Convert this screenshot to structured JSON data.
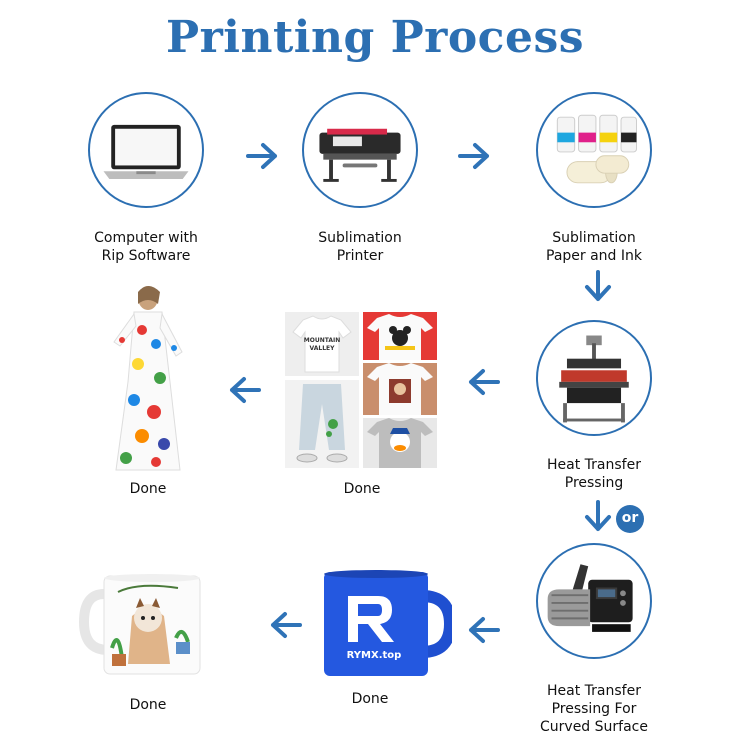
{
  "colors": {
    "primary": "#2c6fb2",
    "arrow": "#2f73b7"
  },
  "title": "Printing Process",
  "steps": [
    {
      "label_line1": "Computer with",
      "label_line2": "Rip Software",
      "icon": "laptop-icon"
    },
    {
      "label_line1": "Sublimation",
      "label_line2": "Printer",
      "icon": "printer-icon"
    },
    {
      "label_line1": "Sublimation",
      "label_line2": "Paper and Ink",
      "icon": "ink-bottles-icon"
    },
    {
      "label_line1": "Heat Transfer",
      "label_line2": "Pressing",
      "icon": "heat-press-icon"
    },
    {
      "label_line1": "Heat Transfer",
      "label_line2": "Pressing For",
      "label_line3": "Curved Surface",
      "icon": "mug-press-icon"
    }
  ],
  "connector": "or",
  "results": [
    {
      "label": "Done",
      "item": "printed-dress"
    },
    {
      "label": "Done",
      "item": "printed-garments"
    },
    {
      "label": "Done",
      "item": "printed-mug-cat"
    },
    {
      "label": "Done",
      "item": "printed-mug-blue"
    }
  ],
  "mug_text": "RYMX.top",
  "tshirt_texts": {
    "shirt1_line1": "MOUNTAIN",
    "shirt1_line2": "VALLEY"
  }
}
